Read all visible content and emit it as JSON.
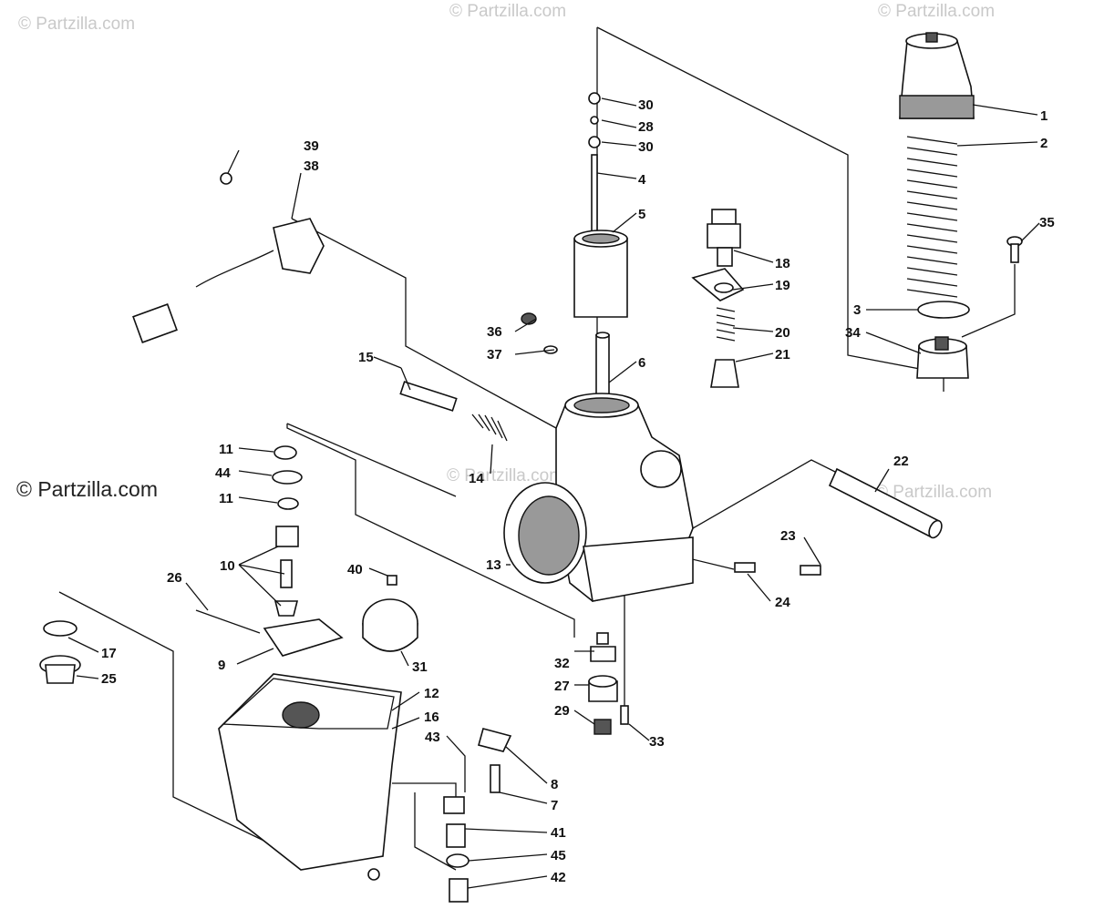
{
  "watermarks": {
    "top_left": "© Partzilla.com",
    "top_center": "© Partzilla.com",
    "top_right": "© Partzilla.com",
    "mid_left": "© Partzilla.com",
    "center": "© Partzilla.com",
    "mid_right": "© Partzilla.com"
  },
  "callouts": {
    "c1": "1",
    "c2": "2",
    "c3": "3",
    "c4": "4",
    "c5": "5",
    "c6": "6",
    "c7": "7",
    "c8": "8",
    "c9": "9",
    "c10": "10",
    "c11a": "11",
    "c11b": "11",
    "c12": "12",
    "c13": "13",
    "c14": "14",
    "c15": "15",
    "c16": "16",
    "c17": "17",
    "c18": "18",
    "c19": "19",
    "c20": "20",
    "c21": "21",
    "c22": "22",
    "c23": "23",
    "c24": "24",
    "c25": "25",
    "c26": "26",
    "c27": "27",
    "c28": "28",
    "c29": "29",
    "c30a": "30",
    "c30b": "30",
    "c31": "31",
    "c32": "32",
    "c33": "33",
    "c34": "34",
    "c35": "35",
    "c36": "36",
    "c37": "37",
    "c38": "38",
    "c39": "39",
    "c40": "40",
    "c41": "41",
    "c42": "42",
    "c43": "43",
    "c44": "44",
    "c45": "45"
  },
  "colors": {
    "ink": "#111111",
    "watermark": "#c9c9c9"
  }
}
